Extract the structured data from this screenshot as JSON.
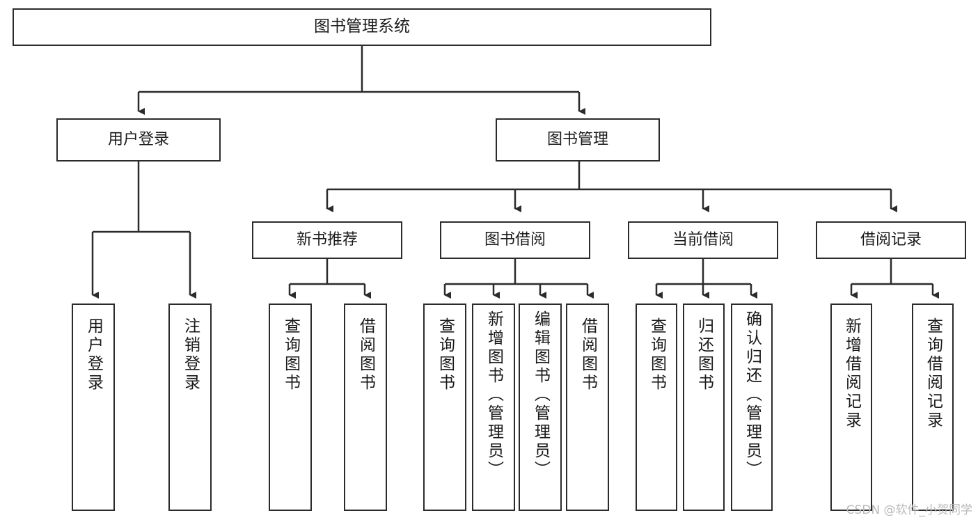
{
  "diagram": {
    "type": "tree-hierarchy",
    "title": "图书管理系统",
    "watermark": "CSDN @软件_小贺同学",
    "colors": {
      "background": "#ffffff",
      "stroke": "#2b2b2b",
      "text": "#1a1a1a",
      "watermark": "#b9b9b9"
    },
    "root": {
      "label": "图书管理系统"
    },
    "level2": [
      {
        "label": "用户登录"
      },
      {
        "label": "图书管理"
      }
    ],
    "level3": [
      {
        "label": "新书推荐"
      },
      {
        "label": "图书借阅"
      },
      {
        "label": "当前借阅"
      },
      {
        "label": "借阅记录"
      }
    ],
    "leaves_user_login": [
      {
        "label": "用户登录"
      },
      {
        "label": "注销登录"
      }
    ],
    "leaves_new_book": [
      {
        "label": "查询图书"
      },
      {
        "label": "借阅图书"
      }
    ],
    "leaves_borrow": [
      {
        "label": "查询图书"
      },
      {
        "label": "新增图书（管理员）"
      },
      {
        "label": "编辑图书（管理员）"
      },
      {
        "label": "借阅图书"
      }
    ],
    "leaves_current": [
      {
        "label": "查询图书"
      },
      {
        "label": "归还图书"
      },
      {
        "label": "确认归还（管理员）"
      }
    ],
    "leaves_records": [
      {
        "label": "新增借阅记录"
      },
      {
        "label": "查询借阅记录"
      }
    ]
  }
}
